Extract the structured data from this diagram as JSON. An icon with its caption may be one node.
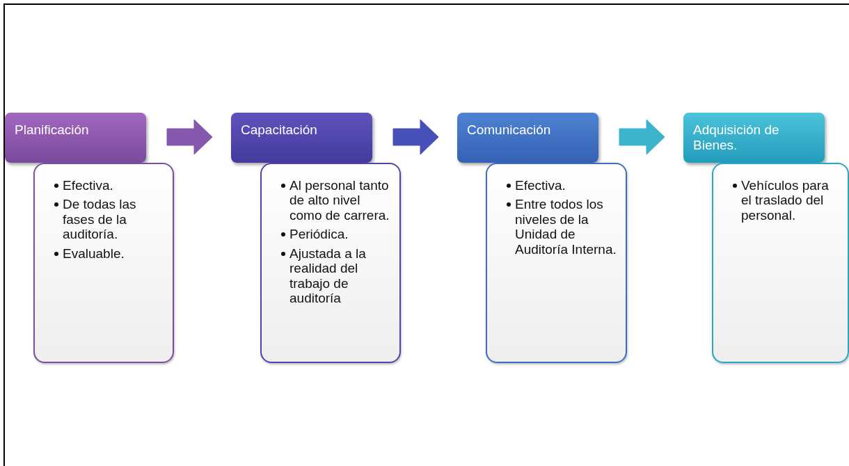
{
  "diagram": {
    "nodes": [
      {
        "text": [
          "Planificación"
        ]
      },
      {
        "text": [
          "Efectiva.",
          "De todas las fases de la auditoría.",
          "Evaluable."
        ]
      },
      {
        "text": [
          "Capacitación"
        ]
      },
      {
        "text": [
          "Al personal tanto de alto nivel como de carrera.",
          "Periódica.",
          "Ajustada a la realidad del trabajo de auditoría"
        ]
      },
      {
        "text": [
          "Comunicación"
        ]
      },
      {
        "text": [
          "Efectiva.",
          "Entre todos los niveles de la Unidad de Auditoría Interna."
        ]
      },
      {
        "text": [
          "Adquisición de Bienes."
        ]
      },
      {
        "text": [
          "Vehículos para el traslado del personal."
        ]
      }
    ],
    "edges": [
      {
        "from": 0,
        "to": 2,
        "arrow": "to",
        "color": "#8557ad"
      },
      {
        "from": 2,
        "to": 4,
        "arrow": "to",
        "color": "#4650b8"
      },
      {
        "from": 4,
        "to": 6,
        "arrow": "to",
        "color": "#3cb4cc"
      }
    ]
  }
}
